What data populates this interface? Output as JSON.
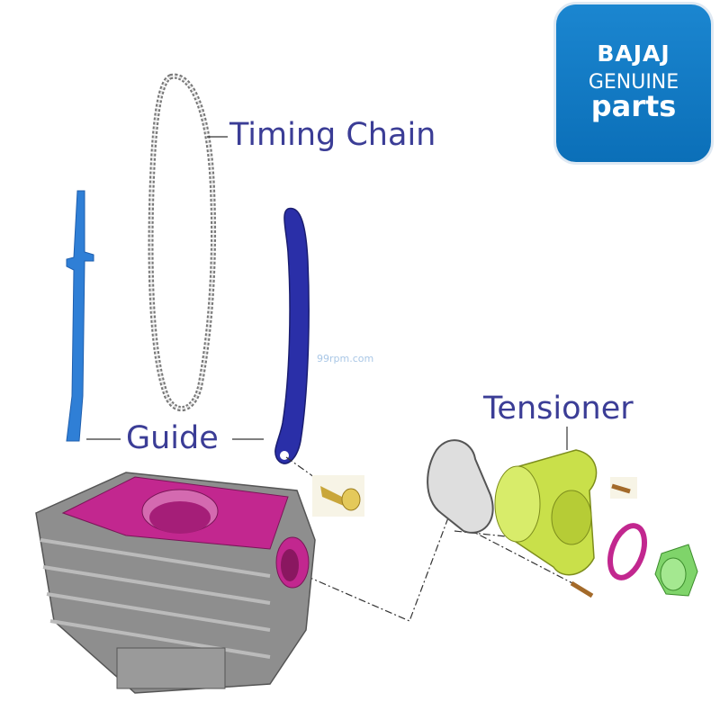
{
  "labels": {
    "timing_chain": "Timing Chain",
    "guide": "Guide",
    "tensioner": "Tensioner"
  },
  "logo": {
    "brand": "BAJAJ",
    "line2": "GENUINE",
    "line3": "parts"
  },
  "watermark": "99rpm.com",
  "colors": {
    "label": "#3b3d96",
    "logo_bg": "#1179c2",
    "left_guide": "#2f7fd6",
    "right_guide": "#2a2fa8",
    "cylinder": "#8e8e8e",
    "cylinder_top": "#c2278f",
    "tensioner": "#c9e04a",
    "plug": "#7fd46a"
  }
}
